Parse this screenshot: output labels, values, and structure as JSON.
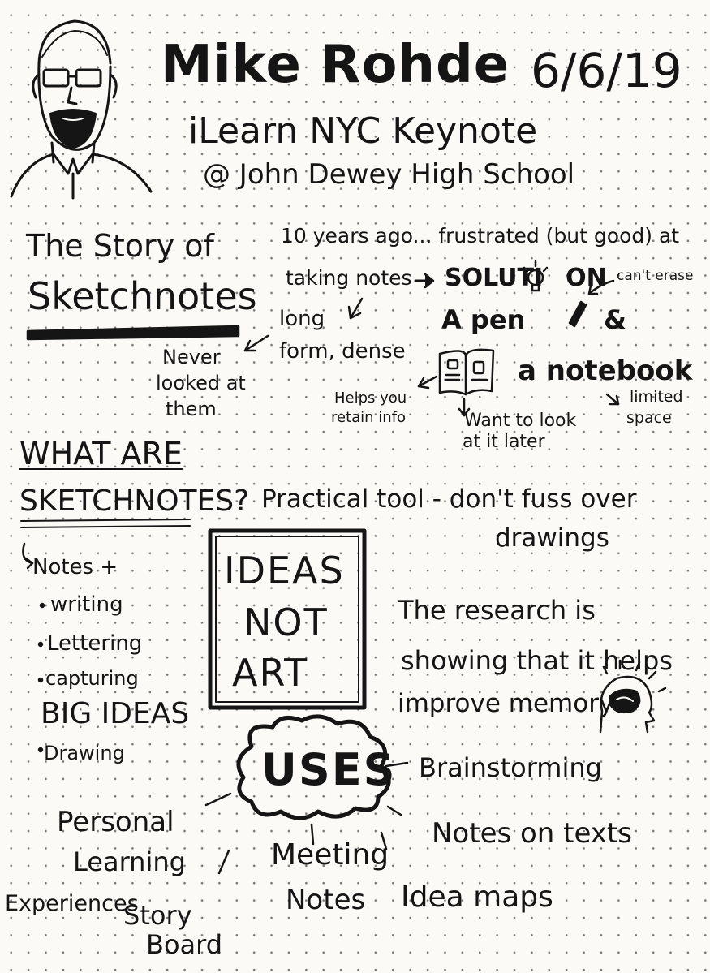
{
  "header": {
    "name": "Mike Rohde",
    "date": "6/6/19",
    "event": "iLearn NYC Keynote",
    "venue": "@ John Dewey High School"
  },
  "story": {
    "title_line1": "The Story of",
    "title_line2": "Sketchnotes",
    "line1": "10 years ago... frustrated (but good) at",
    "line2": "taking notes",
    "solution": "SOLUTI",
    "solution_end": "ON",
    "cant_erase": "can't erase",
    "long_form_1": "long",
    "long_form_2": "form, dense",
    "a_pen": "A pen",
    "amp": "&",
    "never_1": "Never",
    "never_2": "looked at",
    "never_3": "them",
    "a_notebook": "a notebook",
    "helps_1": "Helps you",
    "helps_2": "retain info",
    "want_1": "Want to look",
    "want_2": "at it later",
    "limited_1": "limited",
    "limited_2": "space"
  },
  "what": {
    "title_line1": "WHAT ARE",
    "title_line2": "SKETCHNOTES?",
    "notes": "Notes +",
    "items": [
      "writing",
      "Lettering",
      "capturing"
    ],
    "big_ideas": "BIG IDEAS",
    "drawing": "Drawing"
  },
  "practical": {
    "line1": "Practical tool - don't fuss over",
    "line2": "drawings"
  },
  "ideas_box": {
    "line1": "IDEAS",
    "line2": "NOT",
    "line3": "ART"
  },
  "research": {
    "line1": "The research is",
    "line2": "showing that it helps",
    "line3": "improve memory"
  },
  "uses": {
    "label": "USES",
    "brainstorming": "Brainstorming",
    "notes_on_texts": "Notes on texts",
    "idea_maps": "Idea maps",
    "meeting_1": "Meeting",
    "meeting_2": "Notes",
    "personal_1": "Personal",
    "personal_2": "Learning",
    "experiences": "Experiences",
    "story_1": "Story",
    "story_2": "Board"
  }
}
